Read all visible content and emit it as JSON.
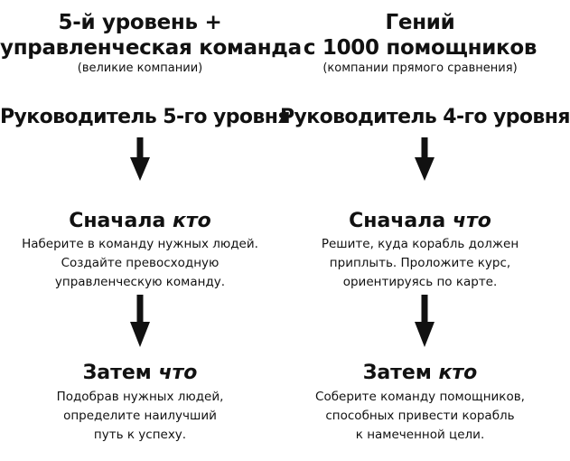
{
  "colors": {
    "text": "#111111",
    "arrow": "#111111",
    "background": "#ffffff"
  },
  "icons": [
    "arrow-down-icon"
  ],
  "left": {
    "heading": [
      "5-й уровень +",
      "управленческая команда"
    ],
    "subtitle": "(великие компании)",
    "leader": "Руководитель 5-го уровня",
    "step1": {
      "title": "Сначала",
      "emphasis": "кто",
      "lines": [
        "Наберите в команду нужных людей.",
        "Создайте превосходную",
        "управленческую команду."
      ]
    },
    "step2": {
      "title": "Затем",
      "emphasis": "что",
      "lines": [
        "Подобрав нужных людей,",
        "определите наилучший",
        "путь к успеху."
      ]
    }
  },
  "right": {
    "heading": [
      "Гений",
      "с 1000 помощников"
    ],
    "subtitle": "(компании прямого сравнения)",
    "leader": "Руководитель 4-го уровня",
    "step1": {
      "title": "Сначала",
      "emphasis": "что",
      "lines": [
        "Решите, куда корабль должен",
        "приплыть. Проложите курс,",
        "ориентируясь по карте."
      ]
    },
    "step2": {
      "title": "Затем",
      "emphasis": "кто",
      "lines": [
        "Соберите команду помощников,",
        "способных привести корабль",
        "к намеченной цели."
      ]
    }
  }
}
